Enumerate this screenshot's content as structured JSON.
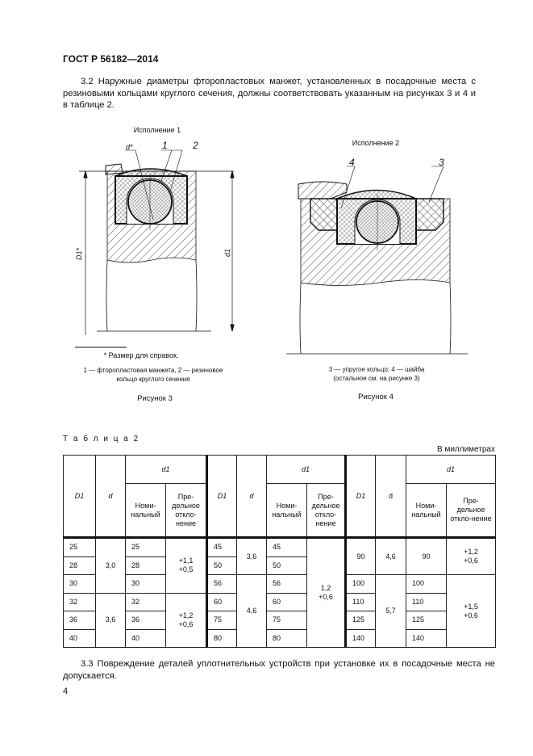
{
  "header": "ГОСТ Р 56182—2014",
  "para_3_2": "3.2 Наружные диаметры фторопластовых манжет, установленных в посадочные места с резиновыми кольцами круглого сечения, должны соответствовать указанным на рисунках 3 и 4 и в таблице 2.",
  "figure3": {
    "variant": "Исполнение 1",
    "label_d": "d*",
    "label_1": "1",
    "label_2": "2",
    "label_D1": "D1*",
    "label_d1": "d1",
    "footnote": "* Размер для справок.",
    "legend_line1": "1 — фторопластовая манжета, 2 — резиновое",
    "legend_line2": "кольцо круглого сечения",
    "caption": "Рисунок 3"
  },
  "figure4": {
    "variant": "Исполнение 2",
    "label_4": "4",
    "label_3": "3",
    "legend_line1": "3 — упругое кольцо; 4 — шайба",
    "legend_line2": "(остальное см. на рисунке 3)",
    "caption": "Рисунок 4"
  },
  "table": {
    "caption": "Т а б л и ц а  2",
    "units": "В миллиметрах",
    "h_D1": "D1",
    "h_d": "d",
    "h_d_plain": "d",
    "h_d1": "d1",
    "h_nom": "Номи-нальный",
    "h_dev": "Пре-дельное откло-нение",
    "rows": [
      [
        {
          "v": "25",
          "l": 1
        },
        {
          "v": "3,0",
          "rs": 3
        },
        {
          "v": "25",
          "l": 1
        },
        {
          "v": "+1,1\n+0,5",
          "rs": 3
        },
        {
          "v": "45",
          "l": 1,
          "tk": 1
        },
        {
          "v": "3,6",
          "rs": 2
        },
        {
          "v": "45",
          "l": 1
        },
        {
          "v": "1,2\n+0,6",
          "rs": 6
        },
        {
          "v": "90",
          "rs": 2,
          "tk": 1
        },
        {
          "v": "4,6",
          "rs": 2
        },
        {
          "v": "90",
          "rs": 2
        },
        {
          "v": "+1,2\n+0,6",
          "rs": 2
        }
      ],
      [
        {
          "v": "28",
          "l": 1
        },
        {
          "v": "28",
          "l": 1
        },
        {
          "v": "50",
          "l": 1,
          "tk": 1
        },
        {
          "v": "50",
          "l": 1
        }
      ],
      [
        {
          "v": "30",
          "l": 1
        },
        {
          "v": "30",
          "l": 1
        },
        {
          "v": "56",
          "l": 1,
          "tk": 1
        },
        {
          "v": "4,6",
          "rs": 4
        },
        {
          "v": "56",
          "l": 1
        },
        {
          "v": "100",
          "l": 1,
          "tk": 1
        },
        {
          "v": "5,7",
          "rs": 4
        },
        {
          "v": "100",
          "l": 1
        },
        {
          "v": "+1,5\n+0,6",
          "rs": 4
        }
      ],
      [
        {
          "v": "32",
          "l": 1
        },
        {
          "v": "3,6",
          "rs": 3
        },
        {
          "v": "32",
          "l": 1
        },
        {
          "v": "+1,2\n+0,6",
          "rs": 3
        },
        {
          "v": "60",
          "l": 1,
          "tk": 1
        },
        {
          "v": "60",
          "l": 1
        },
        {
          "v": "110",
          "l": 1,
          "tk": 1
        },
        {
          "v": "110",
          "l": 1
        }
      ],
      [
        {
          "v": "36",
          "l": 1
        },
        {
          "v": "36",
          "l": 1
        },
        {
          "v": "75",
          "l": 1,
          "tk": 1
        },
        {
          "v": "75",
          "l": 1
        },
        {
          "v": "125",
          "l": 1,
          "tk": 1
        },
        {
          "v": "125",
          "l": 1
        }
      ],
      [
        {
          "v": "40",
          "l": 1
        },
        {
          "v": "40",
          "l": 1
        },
        {
          "v": "80",
          "l": 1,
          "tk": 1
        },
        {
          "v": "80",
          "l": 1
        },
        {
          "v": "140",
          "l": 1,
          "tk": 1
        },
        {
          "v": "140",
          "l": 1
        }
      ]
    ]
  },
  "para_3_3": "3.3 Повреждение деталей уплотнительных устройств при установке их в посадочные места не допускается.",
  "page_number": "4"
}
